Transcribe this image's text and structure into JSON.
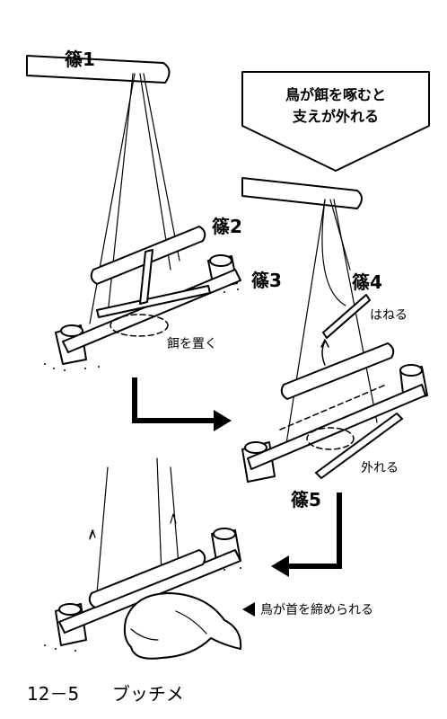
{
  "labels": {
    "stick1": "篠1",
    "stick2": "篠2",
    "stick3": "篠3",
    "stick4": "篠4",
    "stick5": "篠5",
    "bait": "餌を置く",
    "spring": "はねる",
    "release": "外れる",
    "strangle": "鳥が首を締められる"
  },
  "note": {
    "line1": "鳥が餌を啄むと",
    "line2": "支えが外れる"
  },
  "caption": {
    "number": "12－5",
    "title": "ブッチメ"
  }
}
